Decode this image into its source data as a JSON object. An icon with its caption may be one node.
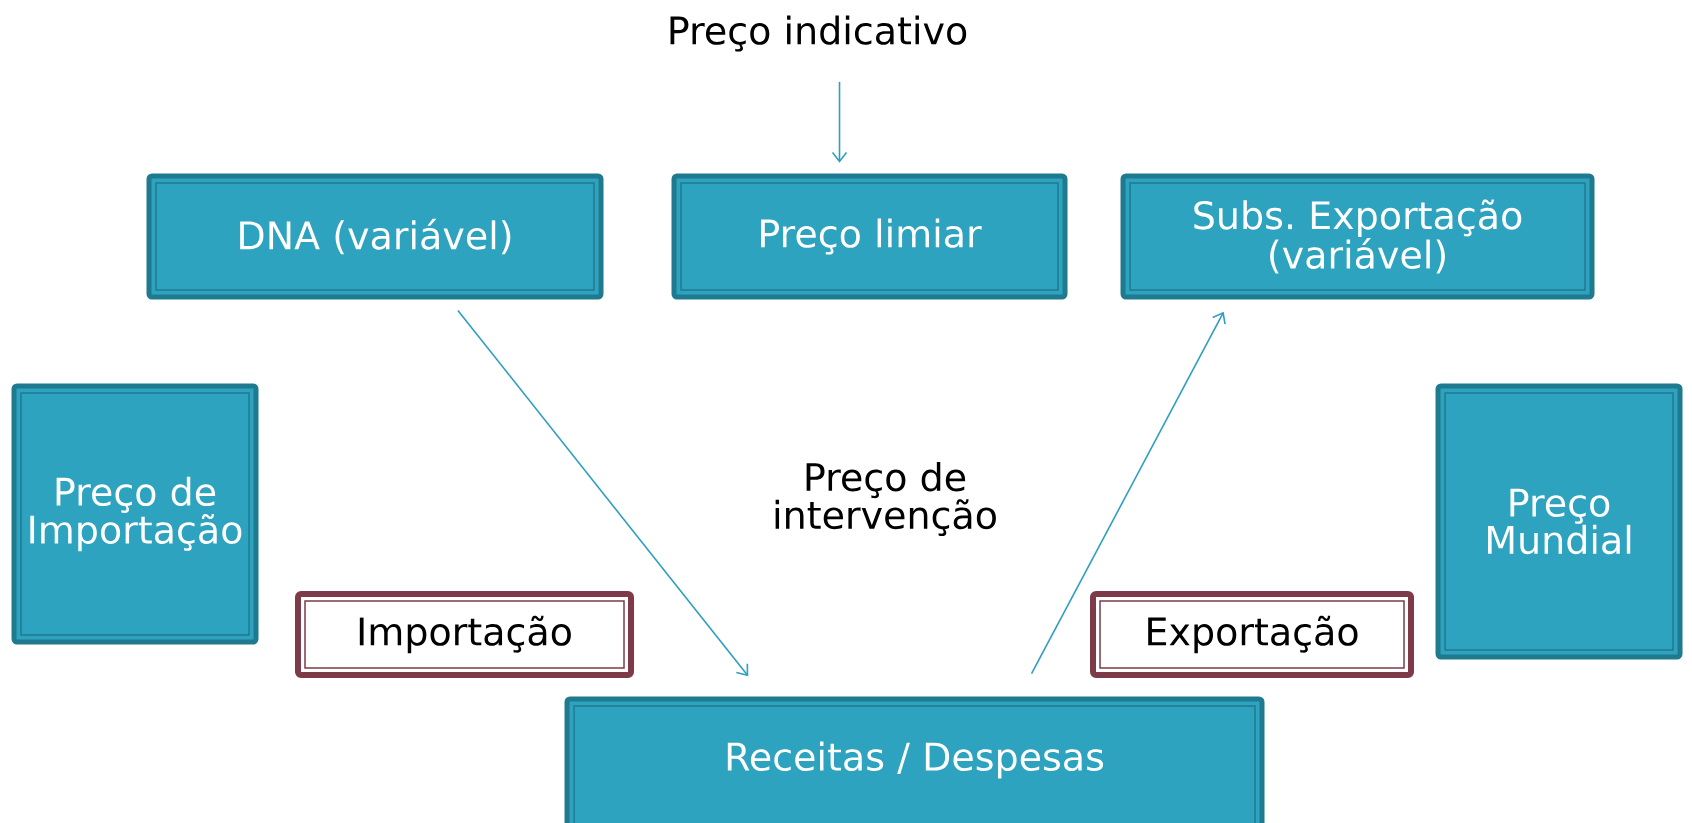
{
  "diagram": {
    "nodes": [
      {
        "text": [
          "Preço indicativo"
        ]
      },
      {
        "text": [
          "DNA (variável)"
        ]
      },
      {
        "text": [
          "Preço limiar"
        ]
      },
      {
        "text": [
          "Subs. Exportação (variável)"
        ]
      },
      {
        "text": [
          "Preço de Importação"
        ]
      },
      {
        "text": [
          "Preço Mundial"
        ]
      },
      {
        "text": [
          "Importação"
        ]
      },
      {
        "text": [
          "Exportação"
        ]
      },
      {
        "text": [
          "Receitas / Despesas"
        ]
      }
    ],
    "edges": [
      {
        "from": 0,
        "to": 2,
        "arrow": "to"
      },
      {
        "from": 1,
        "to": 8,
        "arrow": "to"
      },
      {
        "from": 8,
        "to": 3,
        "arrow": "to"
      }
    ],
    "labels": [
      "Preço de intervenção"
    ]
  }
}
